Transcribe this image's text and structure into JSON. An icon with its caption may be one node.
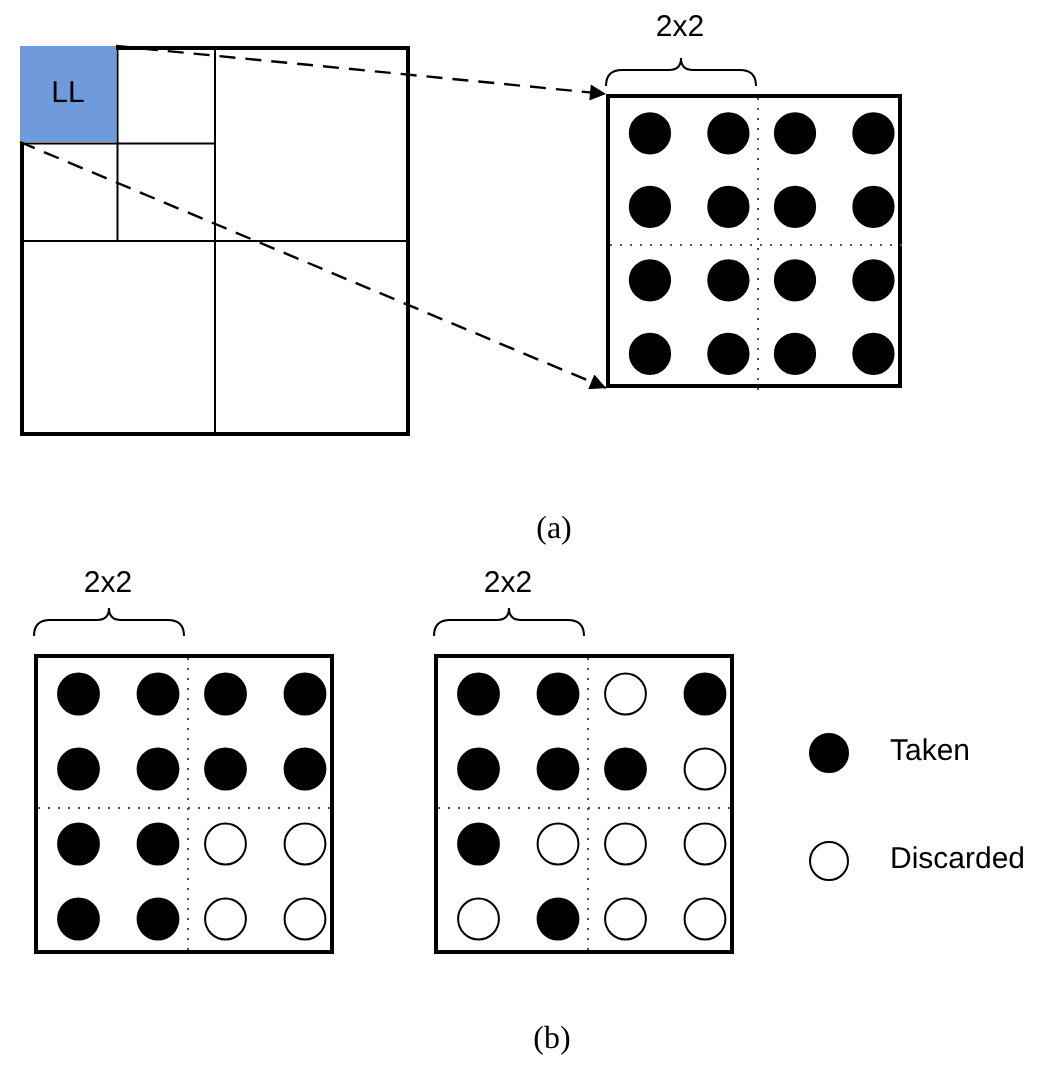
{
  "diagram": {
    "nodes": [
      {
        "text": [],
        "shape": "box"
      },
      {
        "text": [
          "LL"
        ],
        "in": 0
      },
      {
        "text": [],
        "shape": "box"
      },
      {
        "text": [],
        "shape": "box"
      },
      {
        "text": [],
        "shape": "box"
      }
    ],
    "edges": [
      {
        "from": 1,
        "to": 2,
        "arrow": "to",
        "style": "dashed"
      },
      {
        "from": 1,
        "to": 2,
        "arrow": "to",
        "style": "dashed"
      }
    ],
    "labels": [
      "2x2",
      "(a)",
      "2x2",
      "2x2",
      "(b)"
    ],
    "legend": [
      {
        "text": "Taken"
      },
      {
        "text": "Discarded"
      }
    ]
  }
}
